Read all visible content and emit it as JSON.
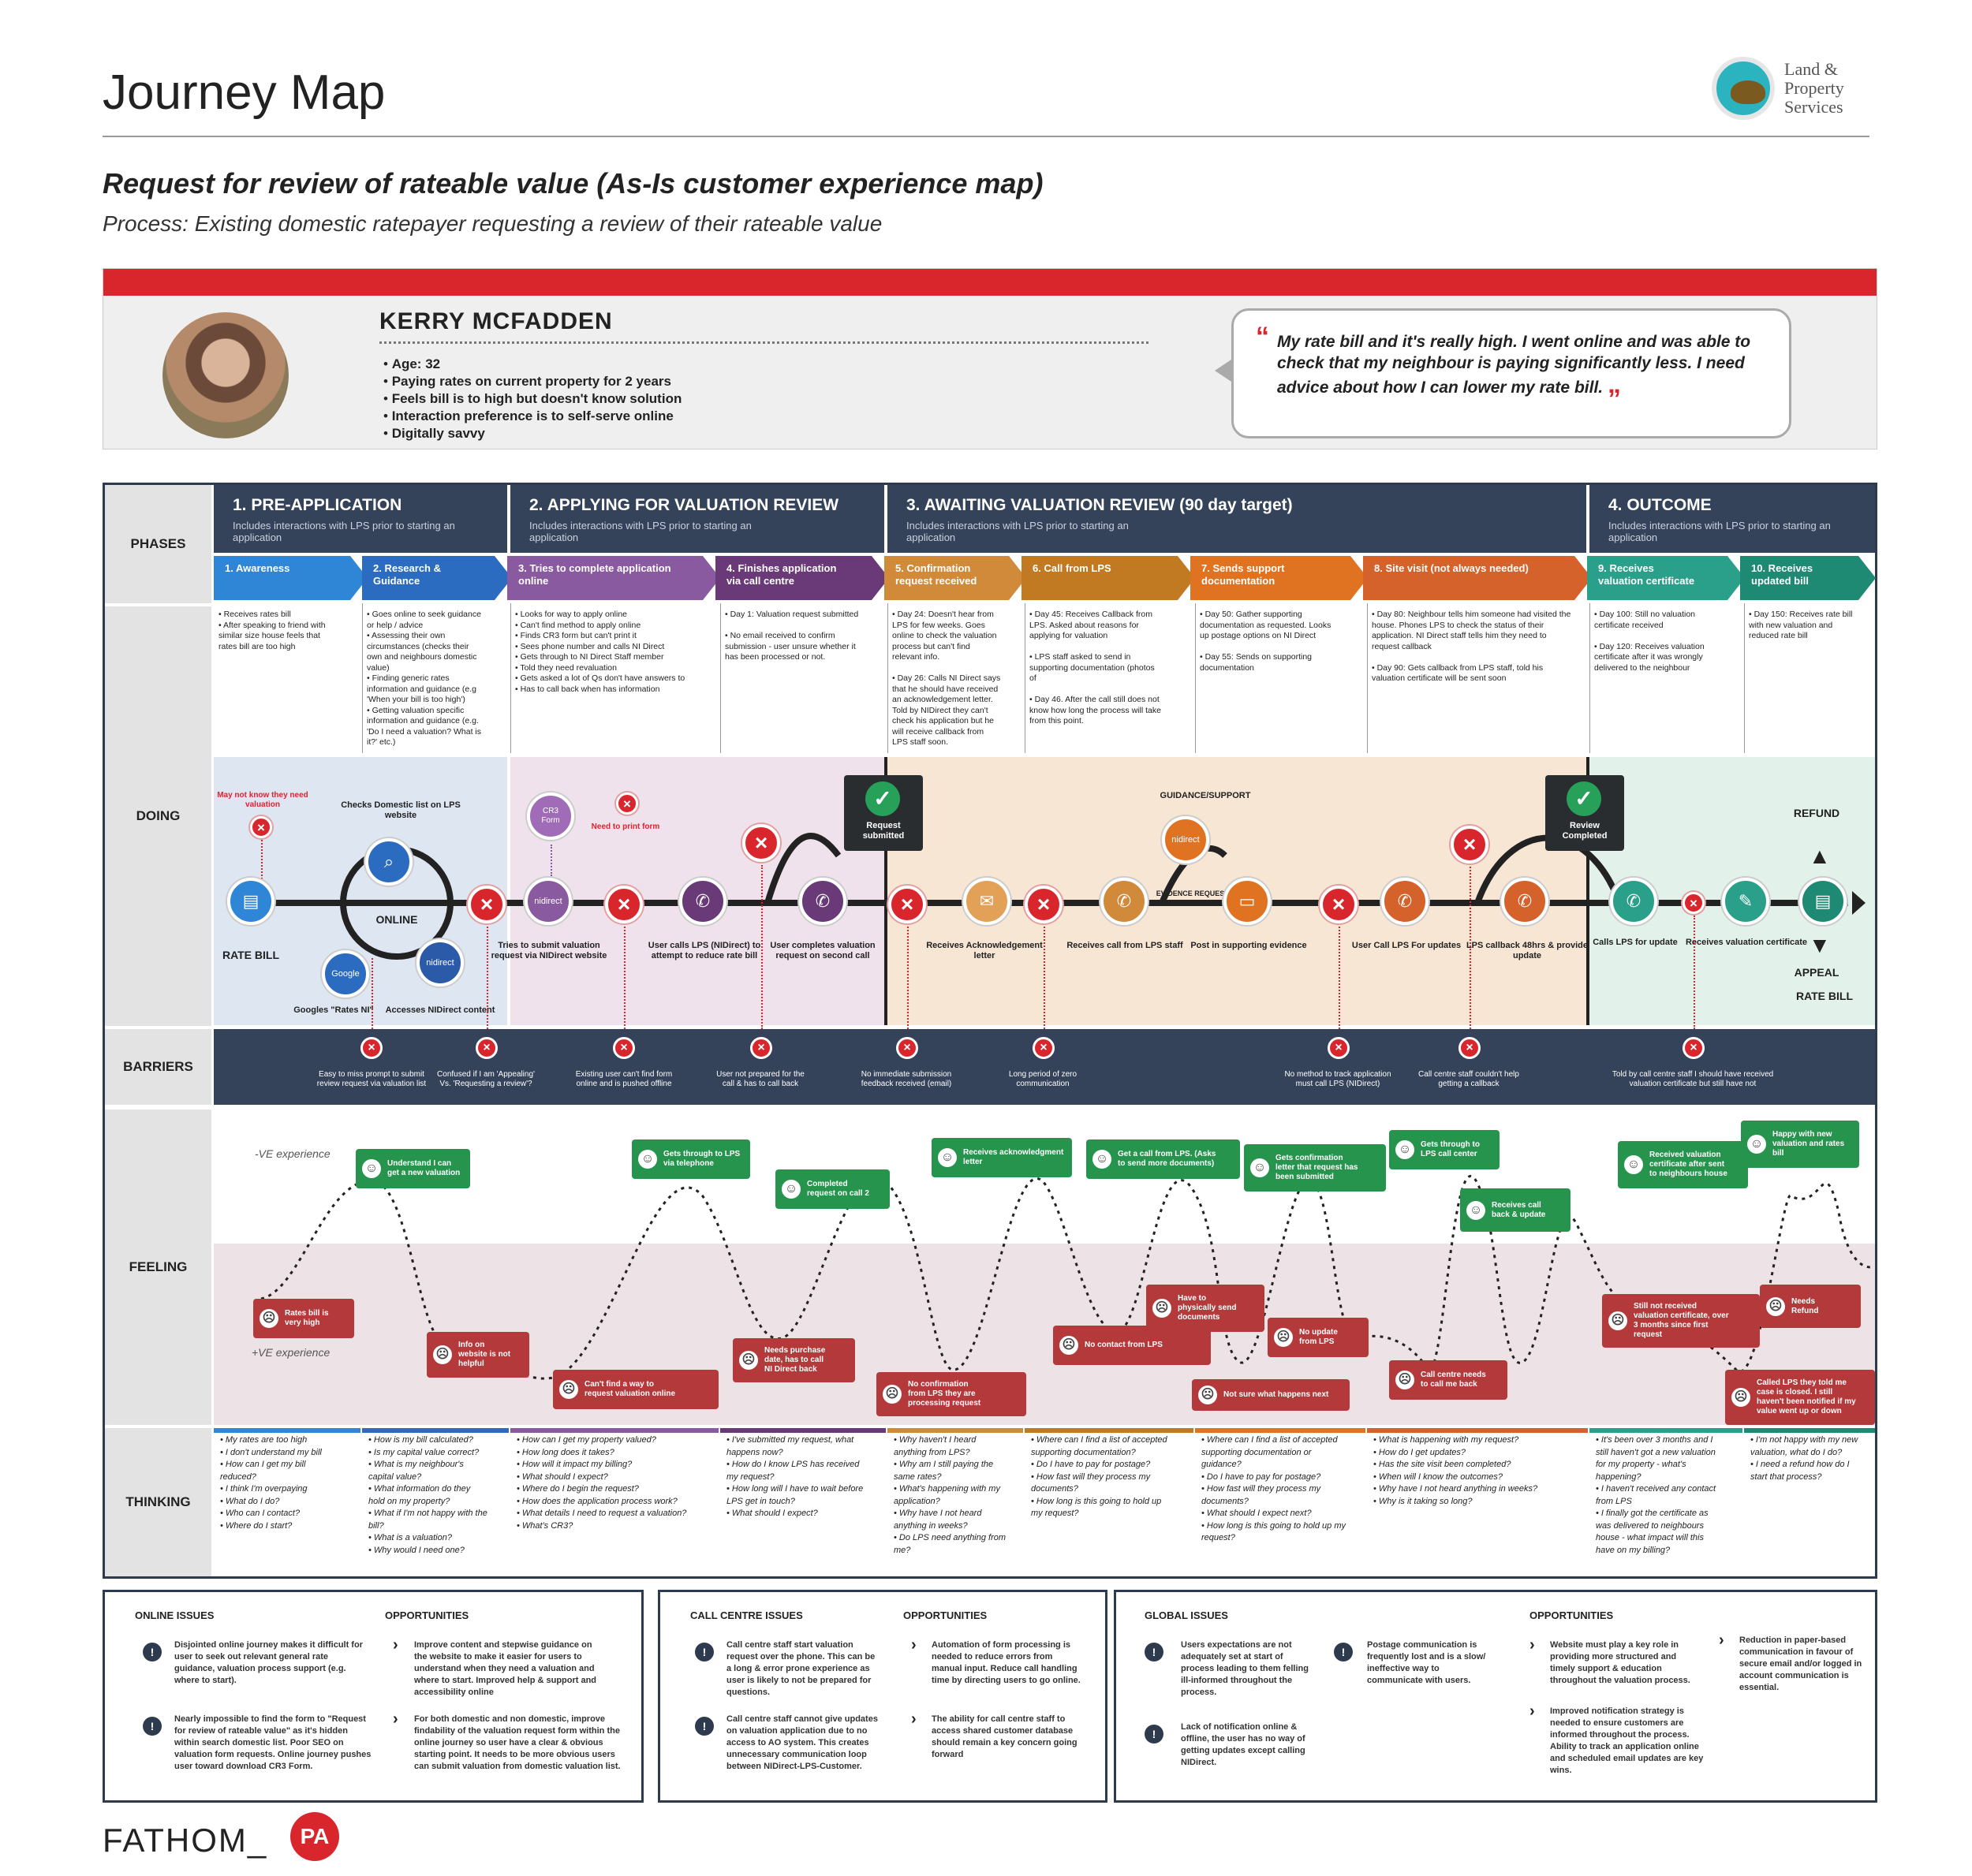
{
  "header": {
    "title": "Journey Map",
    "logo_text": "Land &\nProperty\nServices",
    "subtitle": "Request for review of rateable value (As-Is customer experience map)",
    "process": "Process: Existing domestic ratepayer requesting a review of their rateable value"
  },
  "persona": {
    "name": "KERRY MCFADDEN",
    "facts": [
      "Age:  32",
      "Paying rates on current property for 2 years",
      "Feels bill is to high but doesn't know solution",
      "Interaction preference is to self-serve online",
      "Digitally savvy"
    ],
    "quote": "My rate bill and it's really high. I went online and was able to check that my neighbour is paying significantly less. I need advice about how I can lower my rate bill.",
    "q_open": "“",
    "q_close": "„"
  },
  "rows": {
    "phases": "PHASES",
    "doing": "DOING",
    "barriers": "BARRIERS",
    "feeling": "FEELING",
    "thinking": "THINKING"
  },
  "phases": [
    {
      "title": "1. PRE-APPLICATION",
      "sub": "Includes interactions with LPS prior to starting an application"
    },
    {
      "title": "2. APPLYING FOR VALUATION REVIEW",
      "sub": "Includes interactions with LPS prior to starting an application"
    },
    {
      "title": "3. AWAITING VALUATION REVIEW (90 day target)",
      "sub": "Includes interactions with LPS prior to starting an application"
    },
    {
      "title": "4. OUTCOME",
      "sub": "Includes interactions with LPS prior to starting an application"
    }
  ],
  "steps": [
    "1. Awareness",
    "2. Research &\nGuidance",
    "3. Tries to complete application\nonline",
    "4. Finishes application\nvia call centre",
    "5. Confirmation\nrequest received",
    "6. Call from LPS",
    "7. Sends support\ndocumentation",
    "8. Site visit (not always needed)",
    "9. Receives\nvaluation certificate",
    "10. Receives\nupdated bill"
  ],
  "doing": [
    "• Receives rates bill\n• After speaking to friend with\n  similar size house feels that\n  rates bill are too high",
    "• Goes online to seek guidance\n  or help / advice\n• Assessing their own\n  circumstances (checks their\n  own and neighbours domestic\n  value)\n• Finding generic rates\n  information and guidance (e.g\n  'When your bill is too high')\n• Getting valuation specific\n  information and guidance  (e.g.\n  'Do I need a valuation? What is\n  it?' etc.)",
    "• Looks for way to apply online\n• Can't find method to apply online\n• Finds CR3 form but can't print it\n• Sees phone number and calls NI Direct\n• Gets through to NI Direct Staff member\n• Told they need revaluation\n• Gets asked a lot of Qs don't have answers to\n• Has to call back when has information",
    "• Day 1: Valuation request submitted\n\n• No email received to confirm\n  submission - user unsure whether it\n  has been processed or not.",
    "• Day 24: Doesn't hear from\n  LPS for few weeks. Goes\n  online to check the valuation\n  process but can't find\n  relevant info.\n\n• Day 26: Calls NI Direct says\n  that he should have received\n  an acknowledgement letter.\n  Told by NIDirect they can't\n  check his application but he\n  will receive callback from\n  LPS staff soon.",
    "• Day 45: Receives Callback from\n  LPS. Asked about reasons for\n  applying for valuation\n\n• LPS staff asked to send in\n  supporting documentation  (photos\n  of\n\n• Day 46. After the call still does not\n  know how long the process will take\n  from this point.",
    "• Day 50: Gather supporting\n  documentation as requested. Looks\n  up postage options on NI Direct\n\n• Day 55: Sends on supporting\n  documentation",
    "• Day 80: Neighbour tells him someone had visited the\n  house. Phones LPS to check the status of their\n  application. NI Direct staff tells him they need to\n  request callback\n\n• Day 90: Gets callback from LPS staff, told his\n  valuation certificate will be sent soon",
    "• Day 100: Still no valuation\n  certificate received\n\n• Day 120: Receives valuation\n  certificate after it was wrongly\n  delivered to the neighbour",
    "• Day 150: Receives rate bill\n  with new valuation and\n  reduced rate bill"
  ],
  "nodes": {
    "may_not_know": "May not know they\nneed valuation",
    "checks_domestic": "Checks Domestic list on\nLPS website",
    "online": "ONLINE",
    "rate_bill": "RATE BILL",
    "google": "Google",
    "googles": "Googles \"Rates\nNI\"",
    "accesses": "Accesses NIDirect\ncontent",
    "nidirect": "nidirect",
    "cr3": "CR3\nForm",
    "need_print": "Need to print form",
    "tries_submit": "Tries to submit\nvaluation request via\nNIDirect website",
    "user_calls": "User calls LPS (NIDirect) to\nattempt to reduce rate bill",
    "user_completes": "User completes\nvaluation request on\nsecond call",
    "request_submitted": "Request\nsubmitted",
    "guidance": "GUIDANCE/SUPPORT",
    "evidence": "EVIDENCE\nREQUESTED",
    "receives_ack": "Receives Acknowledgement\nletter",
    "receives_call": "Receives call from\nLPS staff",
    "post_support": "Post in supporting\nevidence",
    "user_call_lps": "User Call LPS\nFor updates",
    "lps_callback": "LPS callback\n48hrs & provide update",
    "review_completed": "Review\nCompleted",
    "calls_lps": "Calls LPS for\nupdate",
    "receives_cert": "Receives valuation\ncertificate",
    "refund": "REFUND",
    "appeal": "APPEAL",
    "rate_bill2": "RATE  BILL"
  },
  "barriers": [
    "Easy to miss prompt to submit\nreview request via valuation list",
    "Confused if I am 'Appealing'\nVs. 'Requesting a review'?",
    "Existing user can't find form\nonline and is pushed offline",
    "User not prepared for the\ncall & has to call back",
    "No immediate submission\nfeedback received (email)",
    "Long period of zero\ncommunication",
    "No method to track application\nmust call LPS (NIDirect)",
    "Call centre staff couldn't help\ngetting a callback",
    "Told by call centre staff I should have received\nvaluation  certificate but still have not"
  ],
  "feeling": {
    "neg_label": "-VE experience",
    "pos_label": "+VE experience",
    "items": [
      "Rates bill is\nvery high",
      "Understand I can\nget a new valuation",
      "Info on\nwebsite is not\nhelpful",
      "Can't find a way to\nrequest valuation online",
      "Gets through to LPS\nvia telephone",
      "Completed\nrequest on call 2",
      "Needs purchase\ndate, has to call\nNI Direct back",
      "No confirmation\nfrom LPS they are\nprocessing request",
      "Receives acknowledgment\nletter",
      "No contact from LPS",
      "Get a call from LPS. (Asks\nto send more documents)",
      "Have to\nphysically send\ndocuments",
      "Not sure what happens next",
      "Gets confirmation\nletter that request has\nbeen submitted",
      "No update\nfrom LPS",
      "Gets through to\nLPS call center",
      "Call centre needs\nto call me back",
      "Receives call\nback & update",
      "Received valuation\ncertificate after sent\nto neighbours house",
      "Still not received\nvaluation certificate, over\n3 months since first\nrequest",
      "Happy with new\nvaluation and rates\nbill",
      "Needs\nRefund",
      "Called LPS they told me\ncase is closed. I still\nhaven't been notified if my\nvalue went up or down"
    ]
  },
  "thinking": [
    "• My rates are too high\n• I don't understand my bill\n• How can I get my bill\n  reduced?\n• I think I'm overpaying\n• What do I do?\n• Who can I contact?\n• Where do I start?",
    "• How is my bill calculated?\n• Is my capital value correct?\n• What is my neighbour's\n  capital value?\n• What information do they\n  hold on my property?\n• What if I'm not happy with the\n  bill?\n• What is a valuation?\n• Why would I need one?",
    "• How can I get my property valued?\n• How long does it takes?\n• How will it impact my billing?\n• What should I expect?\n• Where do I begin the request?\n• How does the application process work?\n• What details I need to request a valuation?\n• What's CR3?",
    "• I've submitted my request, what\n  happens now?\n• How do I know LPS has received\n  my request?\n• How long will I have to wait before\n  LPS get in touch?\n• What should I expect?",
    "• Why haven't I heard\n  anything from LPS?\n• Why am I still paying the\n  same rates?\n• What's happening with my\n  application?\n• Why have I not heard\n  anything in weeks?\n• Do LPS need anything from\n  me?",
    "• Where can I find a list of accepted\n  supporting documentation?\n• Do I have to pay for postage?\n• How fast will they process my\n  documents?\n• How long is this going to hold up\n  my request?",
    "• Where can I find a list of accepted\n  supporting documentation or\n  guidance?\n• Do I have to pay for postage?\n• How fast will they process my\n  documents?\n• What should I expect next?\n• How long is this going to hold up my\n  request?",
    "• What is happening with my request?\n• How do I get updates?\n• Has the site visit been completed?\n• When will I know the outcomes?\n• Why have I not heard anything in weeks?\n• Why is it taking so long?",
    "• It's been over 3 months and I\n  still haven't got a new valuation\n  for my property - what's\n  happening?\n• I haven't received any contact\n  from LPS\n• I finally got the certificate as\n  was delivered to neighbours\n  house - what impact will this\n  have on my billing?",
    "• I'm not happy with my new\n  valuation, what do I do?\n• I need a refund how do I\n  start that process?"
  ],
  "issues": {
    "online": {
      "title": "ONLINE ISSUES",
      "opp": "OPPORTUNITIES",
      "items": [
        "Disjointed online journey makes it difficult for\nuser to seek out relevant general rate\nguidance, valuation process support (e.g.\nwhere to start).",
        "Nearly impossible to find the form to \"Request\nfor review of rateable value\" as it's hidden\nwithin search domestic list. Poor SEO on\nvaluation form requests. Online journey pushes\nuser toward download CR3 Form."
      ],
      "opps": [
        "Improve content and stepwise guidance on\nthe website to make it easier for users to\nunderstand when they need a valuation and\nwhere to start. Improved help & support and\naccessibility online",
        "For both domestic and non domestic, improve\nfindability of the valuation request form within the\nonline journey so user have a clear & obvious\nstarting point.  It needs to be more obvious users\ncan submit valuation from domestic valuation list."
      ]
    },
    "call": {
      "title": "CALL CENTRE ISSUES",
      "opp": "OPPORTUNITIES",
      "items": [
        "Call centre staff start valuation\nrequest over the phone. This can be\na long & error prone experience as\nuser is likely to not be prepared for\nquestions.",
        "Call centre staff cannot give updates\non valuation application due to no\naccess to AO system. This creates\nunnecessary communication loop\nbetween NIDirect-LPS-Customer."
      ],
      "opps": [
        "Automation of form processing is\nneeded to reduce errors from\nmanual input. Reduce call handling\ntime by directing users to go online.",
        "The ability for call centre staff to\naccess shared customer database\nshould remain a key concern going\nforward"
      ]
    },
    "global": {
      "title": "GLOBAL ISSUES",
      "opp": "OPPORTUNITIES",
      "items": [
        "Users expectations are not\nadequately set at start of\nprocess leading to them felling\nill-informed throughout the\nprocess.",
        "Lack of notification online &\noffline, the user has no way of\ngetting updates except calling\nNIDirect.",
        "Postage communication is\nfrequently lost and is a slow/\nineffective way to\ncommunicate with users."
      ],
      "opps": [
        "Website must play a key role in\nproviding more structured and\ntimely support & education\nthroughout the valuation process.",
        "Improved notification strategy is\nneeded to ensure customers are\ninformed throughout the process.\nAbility to track an application online\nand scheduled email updates are key\nwins.",
        "Reduction in paper-based\ncommunication in favour of\nsecure email and/or logged in\naccount communication is\nessential."
      ]
    }
  },
  "footer": {
    "fathom": "FATHOM_",
    "pa": "PA"
  },
  "colors": {
    "red": "#d9262d",
    "navy": "#34435a",
    "green": "#27944e"
  }
}
